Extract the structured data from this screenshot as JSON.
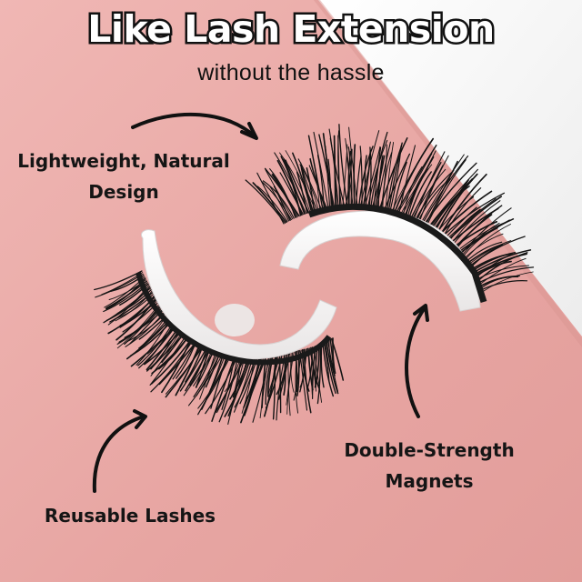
{
  "headline": "Like Lash Extension",
  "subheadline": "without the hassle",
  "callouts": {
    "lightweight": [
      "Lightweight, Natural",
      "Design"
    ],
    "magnets": [
      "Double-Strength",
      "Magnets"
    ],
    "reusable": "Reusable Lashes"
  },
  "colors": {
    "background_pink": "#e8a9a6",
    "background_white": "#f3f3f3",
    "lash_band": "#ffffff",
    "lash_fiber": "#141414",
    "text": "#111111"
  }
}
